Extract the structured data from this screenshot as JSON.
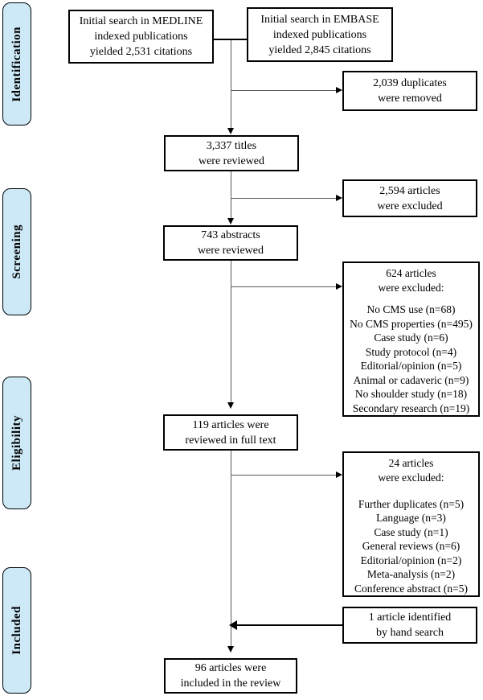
{
  "stages": [
    {
      "id": "identification",
      "label": "Identification"
    },
    {
      "id": "screening",
      "label": "Screening"
    },
    {
      "id": "eligibility",
      "label": "Eligibility"
    },
    {
      "id": "included",
      "label": "Included"
    }
  ],
  "boxes": {
    "medline": {
      "lines": [
        "Initial search in MEDLINE",
        "indexed publications",
        "yielded 2,531 citations"
      ]
    },
    "embase": {
      "lines": [
        "Initial search in EMBASE",
        "indexed publications",
        "yielded 2,845 citations"
      ]
    },
    "duplicates_removed": {
      "lines": [
        "2,039 duplicates",
        "were removed"
      ]
    },
    "titles_reviewed": {
      "lines": [
        "3,337 titles",
        "were reviewed"
      ]
    },
    "titles_excluded": {
      "lines": [
        "2,594 articles",
        "were excluded"
      ]
    },
    "abstracts_reviewed": {
      "lines": [
        "743 abstracts",
        "were reviewed"
      ]
    },
    "abstracts_excluded": {
      "title_lines": [
        "624 articles",
        "were excluded:"
      ],
      "reasons": [
        "No CMS use (n=68)",
        "No CMS properties (n=495)",
        "Case study (n=6)",
        "Study protocol (n=4)",
        "Editorial/opinion (n=5)",
        "Animal or cadaveric (n=9)",
        "No shoulder study (n=18)",
        "Secondary research (n=19)"
      ]
    },
    "fulltext_reviewed": {
      "lines": [
        "119 articles were",
        "reviewed in full text"
      ]
    },
    "fulltext_excluded": {
      "title_lines": [
        "24 articles",
        "were excluded:"
      ],
      "reasons": [
        "Further duplicates (n=5)",
        "Language (n=3)",
        "Case study (n=1)",
        "General reviews (n=6)",
        "Editorial/opinion (n=2)",
        "Meta-analysis (n=2)",
        "Conference abstract (n=5)"
      ]
    },
    "hand_search": {
      "lines": [
        "1 article identified",
        "by hand search"
      ]
    },
    "included_review": {
      "lines": [
        "96 articles were",
        "included in the review"
      ]
    }
  },
  "colors": {
    "stage_fill": "#cde9f8",
    "stage_border": "#000000",
    "box_border": "#000000",
    "arrow_thin": "#5a5a5a",
    "arrow_bold": "#000000",
    "background": "#ffffff"
  }
}
